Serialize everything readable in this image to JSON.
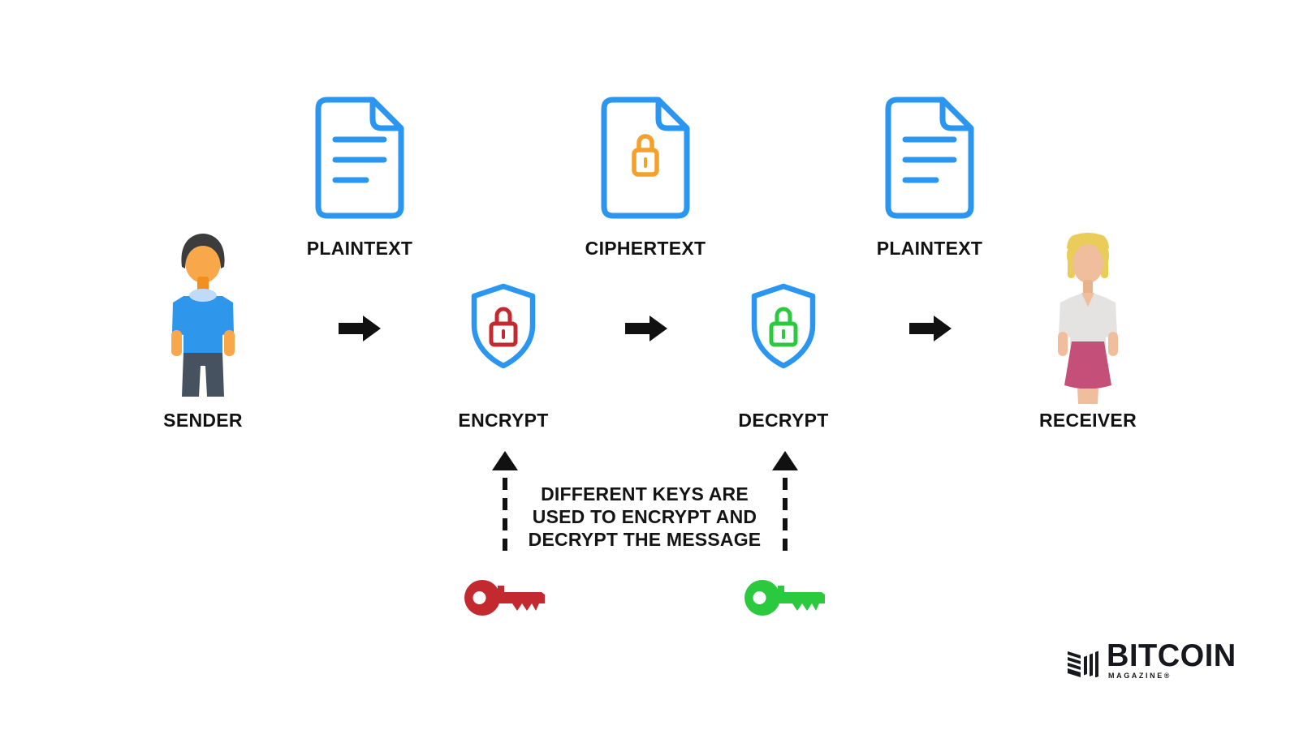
{
  "diagram": {
    "sender_label": "SENDER",
    "plaintext1_label": "PLAINTEXT",
    "encrypt_label": "ENCRYPT",
    "ciphertext_label": "CIPHERTEXT",
    "decrypt_label": "DECRYPT",
    "plaintext2_label": "PLAINTEXT",
    "receiver_label": "RECEIVER",
    "annotation_line1": "DIFFERENT KEYS ARE",
    "annotation_line2": "USED TO ENCRYPT AND",
    "annotation_line3": "DECRYPT THE MESSAGE"
  },
  "branding": {
    "title": "BITCOIN",
    "subtitle": "MAGAZINE®"
  },
  "colors": {
    "background": "#FFFFFF",
    "outline_blue": "#2B96F0",
    "encrypt_lock_red": "#C22A2F",
    "ciphertext_lock_orange": "#F5A02B",
    "decrypt_lock_green": "#2BC93E",
    "arrow_black": "#111111",
    "encrypt_key": "#C22A2F",
    "decrypt_key": "#2BC93E",
    "sender_shirt_blue": "#2E97EC",
    "sender_pants": "#46525F",
    "receiver_skirt_pink": "#C45079",
    "receiver_hair_blonde": "#EACD58"
  }
}
